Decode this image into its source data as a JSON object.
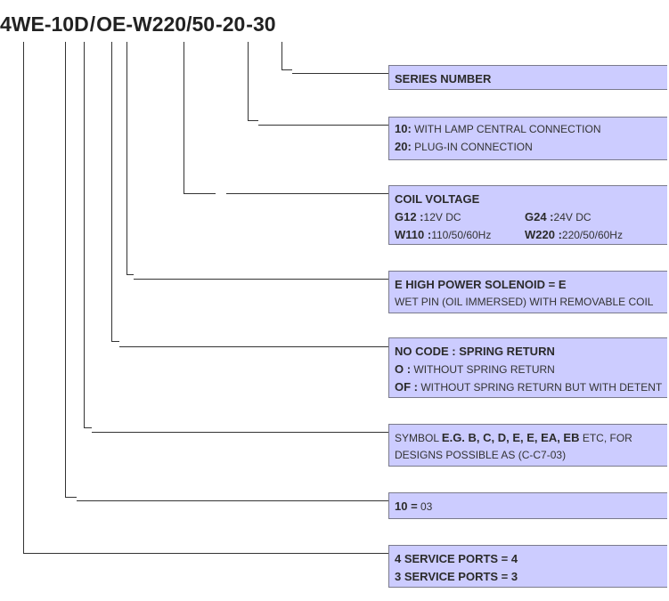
{
  "code": {
    "p1": "4WE",
    "p2": "-10D",
    "sep1": "/",
    "p3": "OE-W220/50",
    "p4": "-20",
    "p5": "-30"
  },
  "boxes": {
    "series": {
      "title": "SERIES NUMBER"
    },
    "connection": {
      "l1_code": "10:",
      "l1_text": " WITH LAMP CENTRAL CONNECTION",
      "l2_code": "20:",
      "l2_text": " PLUG-IN CONNECTION"
    },
    "voltage": {
      "title": "COIL VOLTAGE",
      "g12_code": "G12 :",
      "g12_text": "12V DC",
      "g24_code": "G24 :",
      "g24_text": "24V DC",
      "w110_code": "W110 :",
      "w110_text": "110/50/60Hz",
      "w220_code": "W220 :",
      "w220_text": "220/50/60Hz"
    },
    "solenoid": {
      "title": "E HIGH POWER SOLENOID = E",
      "text": "WET PIN (OIL IMMERSED) WITH REMOVABLE COIL"
    },
    "spring": {
      "title": "NO CODE : SPRING RETURN",
      "o_code": "O :",
      "o_text": " WITHOUT SPRING RETURN",
      "of_code": "OF :",
      "of_text": " WITHOUT SPRING RETURN BUT WITH DETENT"
    },
    "symbol": {
      "pre": "SYMBOL ",
      "examples": "E.G. B, C, D, E, E, EA, EB",
      "post": " ETC, FOR",
      "line2": "DESIGNS POSSIBLE AS (C-C7-03)"
    },
    "size": {
      "code": "10 =",
      "text": " 03"
    },
    "ports": {
      "line1": "4 SERVICE PORTS = 4",
      "line2": "3 SERVICE PORTS = 3"
    }
  }
}
